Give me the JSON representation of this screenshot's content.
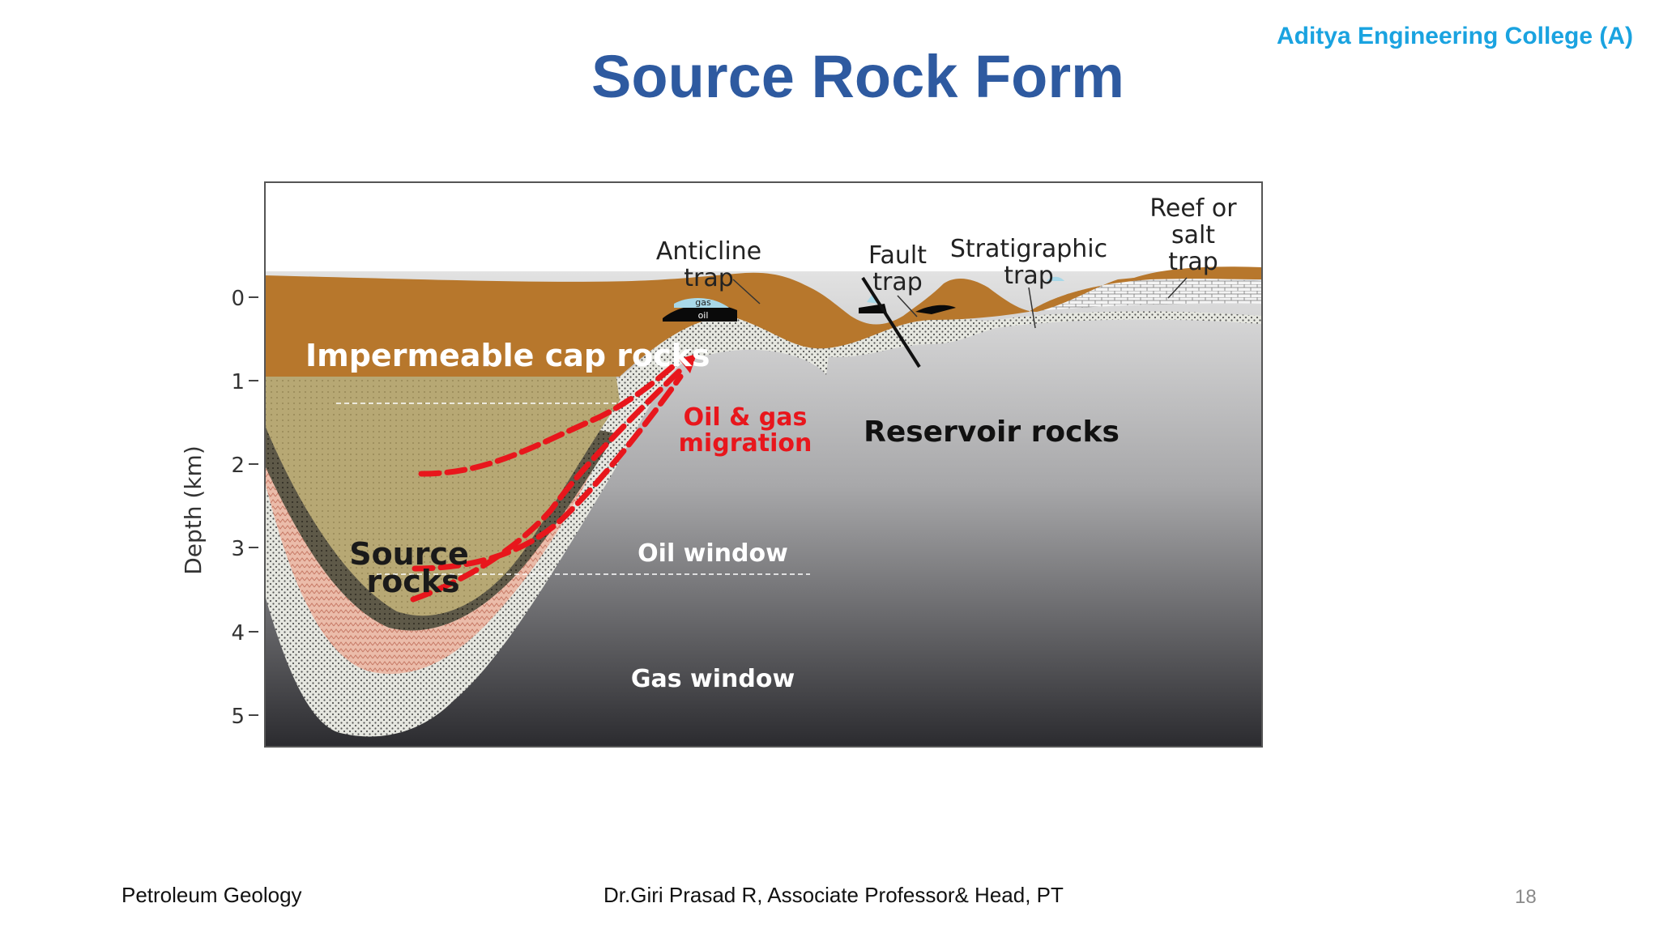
{
  "header": {
    "institution": "Aditya Engineering College (A)",
    "title": "Source Rock Form"
  },
  "diagram": {
    "axis_label": "Depth (km)",
    "depth_ticks": [
      "0",
      "1",
      "2",
      "3",
      "4",
      "5"
    ],
    "labels": {
      "cap_rocks": "Impermeable cap rocks",
      "source_rocks_1": "Source",
      "source_rocks_2": "rocks",
      "migration_1": "Oil & gas",
      "migration_2": "migration",
      "oil_window": "Oil window",
      "gas_window": "Gas window",
      "reservoir_rocks": "Reservoir rocks",
      "anticline_1": "Anticline",
      "anticline_2": "trap",
      "fault_1": "Fault",
      "fault_2": "trap",
      "strat_1": "Stratigraphic",
      "strat_2": "trap",
      "reef_1": "Reef or",
      "reef_2": "salt",
      "reef_3": "trap",
      "gas_small": "gas",
      "oil_small": "oil"
    },
    "colors": {
      "cap_rock": "#b8772a",
      "source_rock": "#b4a56e",
      "pink_layer": "#e9b9a8",
      "reservoir": "#e4e6df",
      "migration_arrow": "#e8161c",
      "migration_text": "#e8161c"
    }
  },
  "footer": {
    "course": "Petroleum Geology",
    "author": "Dr.Giri Prasad R, Associate  Professor& Head, PT",
    "page": "18"
  }
}
